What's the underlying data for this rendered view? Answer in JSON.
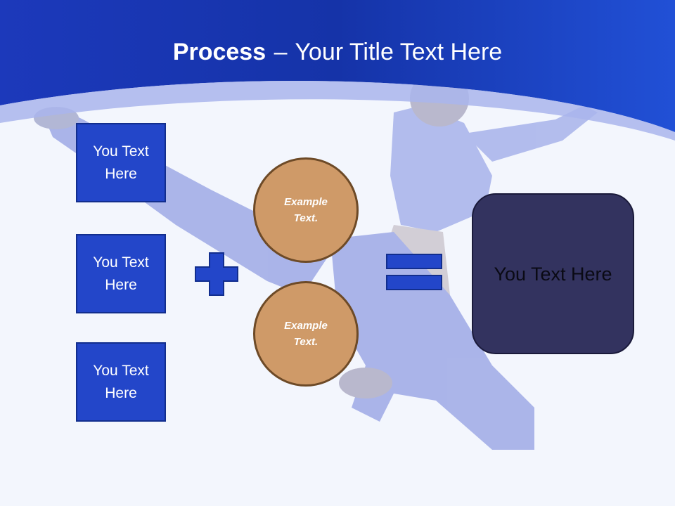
{
  "title": {
    "bold": "Process",
    "dash": "–",
    "rest": "Your Title Text Here"
  },
  "left_boxes": [
    {
      "label": "You Text Here"
    },
    {
      "label": "You Text Here"
    },
    {
      "label": "You Text Here"
    }
  ],
  "circles": [
    {
      "label": "Example Text."
    },
    {
      "label": "Example Text."
    }
  ],
  "result_box": {
    "label": "You Text Here"
  },
  "icons": {
    "plus": "plus-icon",
    "equals": "equals-icon"
  },
  "colors": {
    "header_blue": "#1f3fc4",
    "box_blue": "#2346c9",
    "circle_fill": "#cf9a68",
    "circle_border": "#6d4a27",
    "result_fill": "#33335f",
    "background": "#f3f6fd"
  }
}
